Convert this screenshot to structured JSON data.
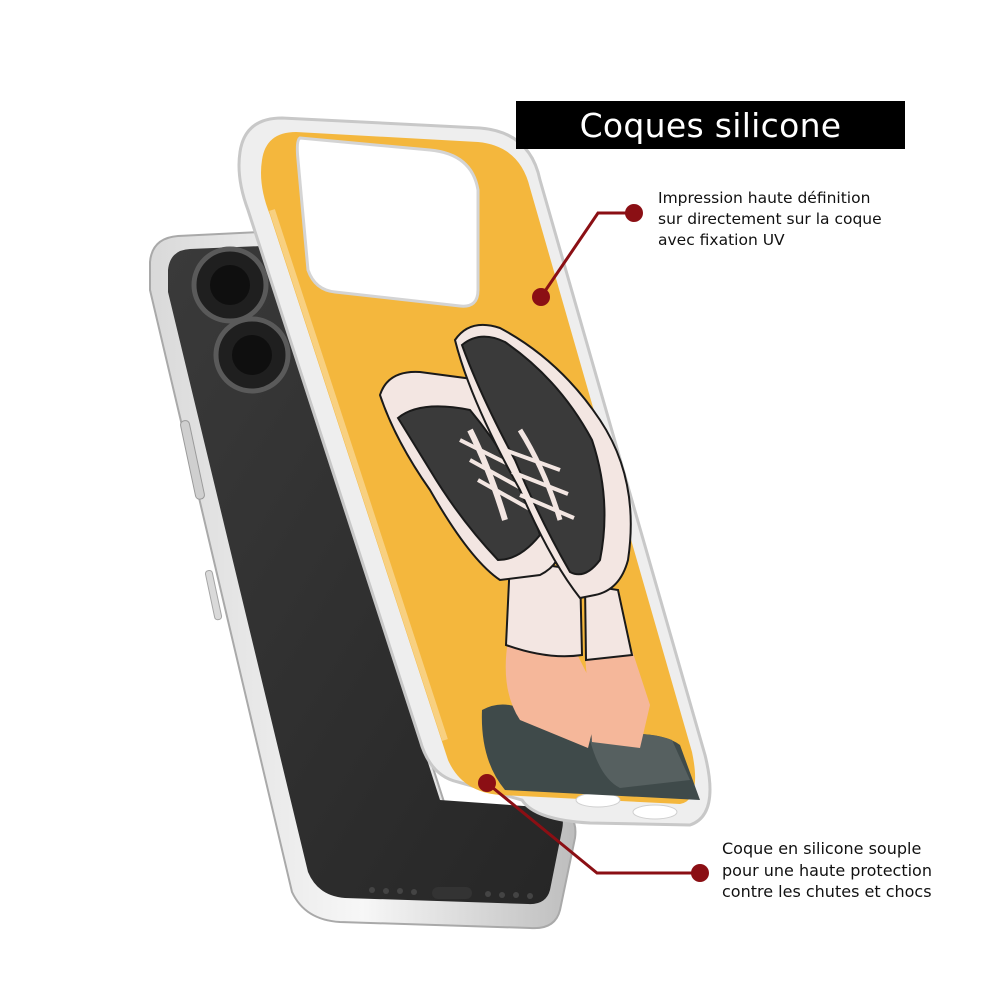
{
  "title": "Coques silicone",
  "callouts": {
    "print": {
      "lines": [
        "Impression haute définition",
        "sur directement sur la coque",
        "avec fixation UV"
      ]
    },
    "material": {
      "lines": [
        "Coque en silicone souple",
        "pour une haute protection",
        "contre les chutes et chocs"
      ]
    }
  },
  "colors": {
    "case_yellow": "#F4B73D",
    "callout_red": "#8B0F14",
    "phone_dark": "#2E2E2E",
    "banner": "#000000"
  },
  "icons": [
    "phone-illustration",
    "sneaker-illustration",
    "callout-dot-icon"
  ]
}
